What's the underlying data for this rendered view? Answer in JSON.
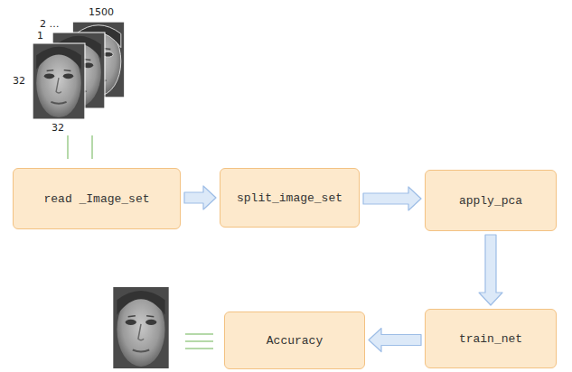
{
  "diagram": {
    "nodes": [
      {
        "text": [
          "read _Image_set"
        ]
      },
      {
        "text": [
          "split_image_set"
        ]
      },
      {
        "text": [
          "apply_pca"
        ]
      },
      {
        "text": [
          "train_net"
        ]
      },
      {
        "text": [
          "Accuracy"
        ]
      }
    ],
    "edges": [
      {
        "from": 0,
        "to": 1,
        "arrow": "to"
      },
      {
        "from": 1,
        "to": 2,
        "arrow": "to"
      },
      {
        "from": 2,
        "to": 3,
        "arrow": "to"
      },
      {
        "from": 3,
        "to": 4,
        "arrow": "to"
      }
    ],
    "labels": [
      "1500",
      "2 …",
      "1",
      "32",
      "32"
    ]
  }
}
